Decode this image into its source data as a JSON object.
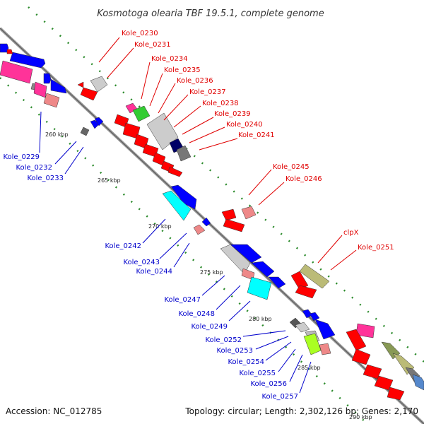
{
  "header": {
    "title": "Kosmotoga olearia TBF 19.5.1, complete genome"
  },
  "footer": {
    "accession": "Accession: NC_012785",
    "topology": "Topology: circular; Length: 2,302,126 bp; Genes: 2,170"
  },
  "colors": {
    "backbone": "#888888",
    "plus_label": "#e00000",
    "minus_label": "#0000cc",
    "ticks": "#2a8a2a",
    "gene_red": "#ff0000",
    "gene_blue": "#0000ff",
    "gene_pink": "#ff3399",
    "gene_lightred": "#ee8888",
    "gene_grey": "#cccccc",
    "gene_green": "#33cc33",
    "gene_navy": "#000066",
    "gene_cyan": "#00ffff",
    "gene_olive": "#bbbb77",
    "gene_lime": "#aaff22"
  },
  "scale": {
    "labels": [
      "260 kbp",
      "265 kbp",
      "270 kbp",
      "275 kbp",
      "280 kbp",
      "285 kbp",
      "290 kbp"
    ]
  },
  "genes": {
    "plus": [
      "Kole_0230",
      "Kole_0231",
      "Kole_0234",
      "Kole_0235",
      "Kole_0236",
      "Kole_0237",
      "Kole_0238",
      "Kole_0239",
      "Kole_0240",
      "Kole_0241",
      "Kole_0245",
      "Kole_0246",
      "clpX",
      "Kole_0251"
    ],
    "minus": [
      "Kole_0229",
      "Kole_0232",
      "Kole_0233",
      "Kole_0242",
      "Kole_0243",
      "Kole_0244",
      "Kole_0247",
      "Kole_0248",
      "Kole_0249",
      "Kole_0252",
      "Kole_0253",
      "Kole_0254",
      "Kole_0255",
      "Kole_0256",
      "Kole_0257"
    ]
  }
}
